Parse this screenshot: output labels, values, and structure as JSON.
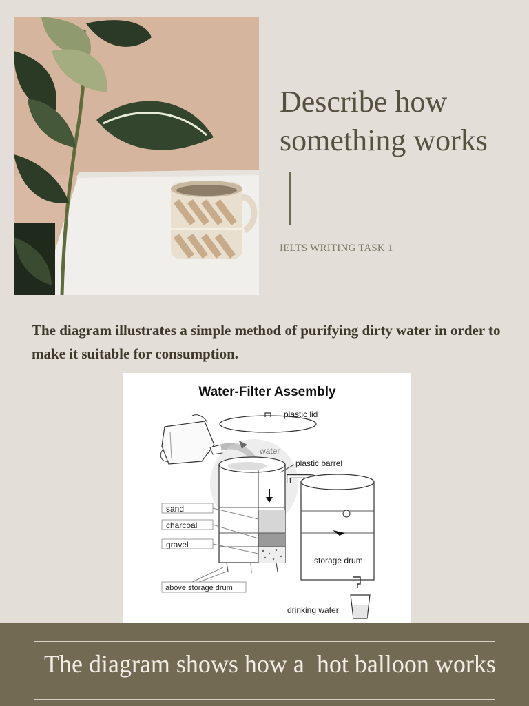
{
  "heading": {
    "lines": [
      "Describe how",
      "something works"
    ]
  },
  "task_label": "IELTS WRITING TASK 1",
  "intro": "The diagram illustrates a simple method of purifying dirty water in order to make it suitable for consumption.",
  "diagram": {
    "title": "Water-Filter Assembly",
    "labels": {
      "plastic_lid": "plastic lid",
      "water": "water",
      "plastic_barrel": "plastic barrel",
      "sand": "sand",
      "charcoal": "charcoal",
      "gravel": "gravel",
      "storage_drum": "storage drum",
      "above_storage_drum": "above storage drum",
      "drinking_water": "drinking water"
    }
  },
  "banner_text": "The diagram shows how a  hot balloon works",
  "colors": {
    "page_bg": "#e3dfd8",
    "heading": "#55503f",
    "accent_bar": "#6f6a53",
    "banner_bg": "#736a54",
    "banner_text": "#f2eee6"
  },
  "icons": [
    "plant-photo",
    "striped-mug"
  ]
}
